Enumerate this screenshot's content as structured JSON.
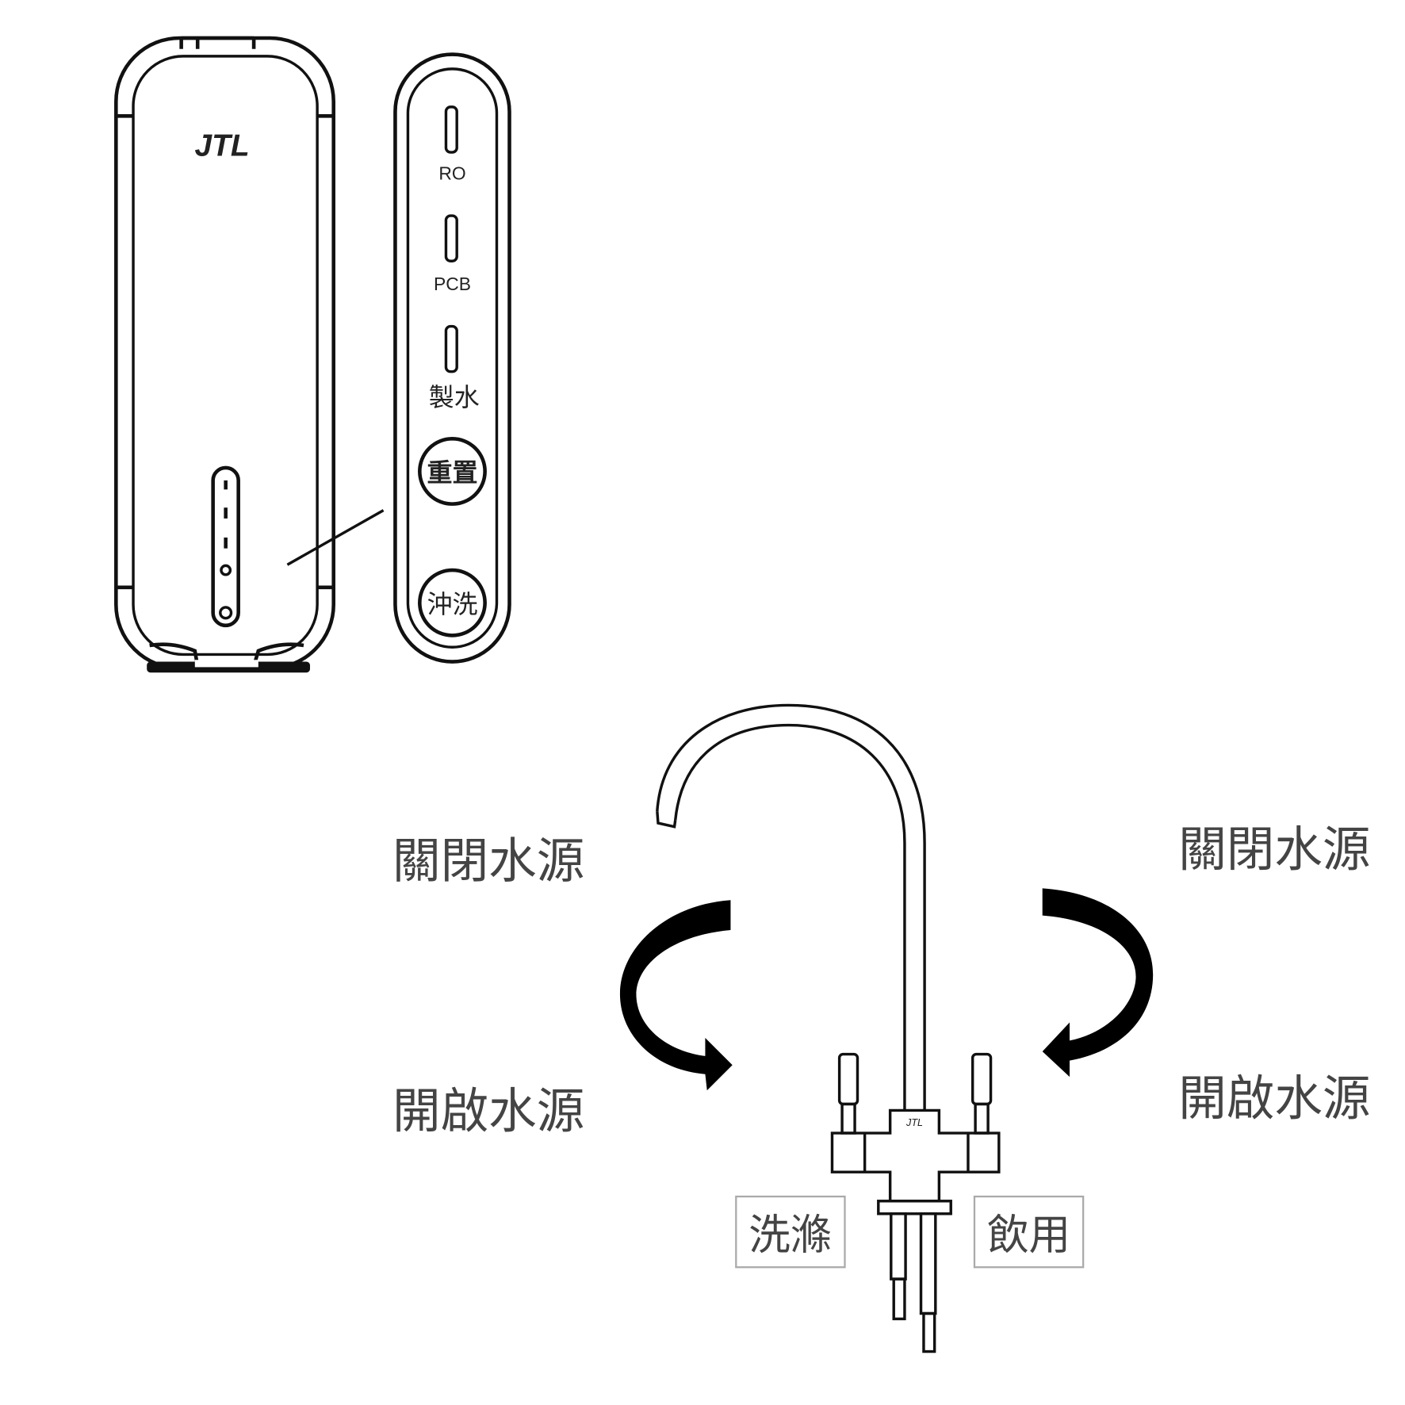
{
  "device": {
    "logo": "JTL"
  },
  "panel": {
    "indicators": [
      {
        "label": "RO"
      },
      {
        "label": "PCB"
      },
      {
        "label": "製水"
      }
    ],
    "buttons": [
      {
        "label": "重置"
      },
      {
        "label": "沖洗"
      }
    ]
  },
  "faucet": {
    "left_close": "關閉水源",
    "left_open": "開啟水源",
    "right_close": "關閉水源",
    "right_open": "開啟水源",
    "left_outlet": "洗滌",
    "right_outlet": "飲用"
  }
}
